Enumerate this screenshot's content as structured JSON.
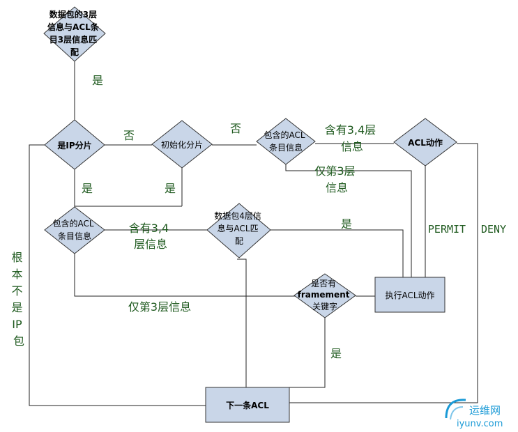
{
  "nodes": {
    "match_l3": [
      "数据包的3层",
      "信息与ACL条",
      "目3层信息匹",
      "配"
    ],
    "is_ip_frag": [
      "是IP分片"
    ],
    "init_frag": [
      "初始化分片"
    ],
    "acl_contains_top": [
      "包含的ACL",
      "条目信息"
    ],
    "acl_action": [
      "ACL动作"
    ],
    "acl_contains_left": [
      "包含的ACL",
      "条目信息"
    ],
    "match_l4": [
      "数据包4层信",
      "息与ACL匹",
      "配"
    ],
    "has_fragment_kw": [
      "是否有",
      "framement",
      "关键字"
    ],
    "exec_action": [
      "执行ACL动作"
    ],
    "next_acl": [
      "下一条ACL"
    ]
  },
  "labels": {
    "yes_top": "是",
    "no_1": "否",
    "no_2": "否",
    "contains_34_top": [
      "含有3,4层",
      "信息"
    ],
    "only_l3_top": [
      "仅第3层",
      "信息"
    ],
    "yes_left": "是",
    "yes_init": "是",
    "contains_34_left": [
      "含有3,4",
      "层信息"
    ],
    "yes_mid": "是",
    "permit": "PERMIT",
    "deny": "DENY",
    "not_ip": [
      "根",
      "本",
      "不",
      "是",
      "IP",
      "包"
    ],
    "only_l3_bottom": "仅第3层信息",
    "yes_bottom": "是"
  },
  "watermark": {
    "site_name": "运维网",
    "site_url": "iyunv.com"
  },
  "colors": {
    "shape_fill": "#c9d6e8",
    "label_green": "#1f5a1f",
    "watermark_blue": "#1a9ad6"
  }
}
